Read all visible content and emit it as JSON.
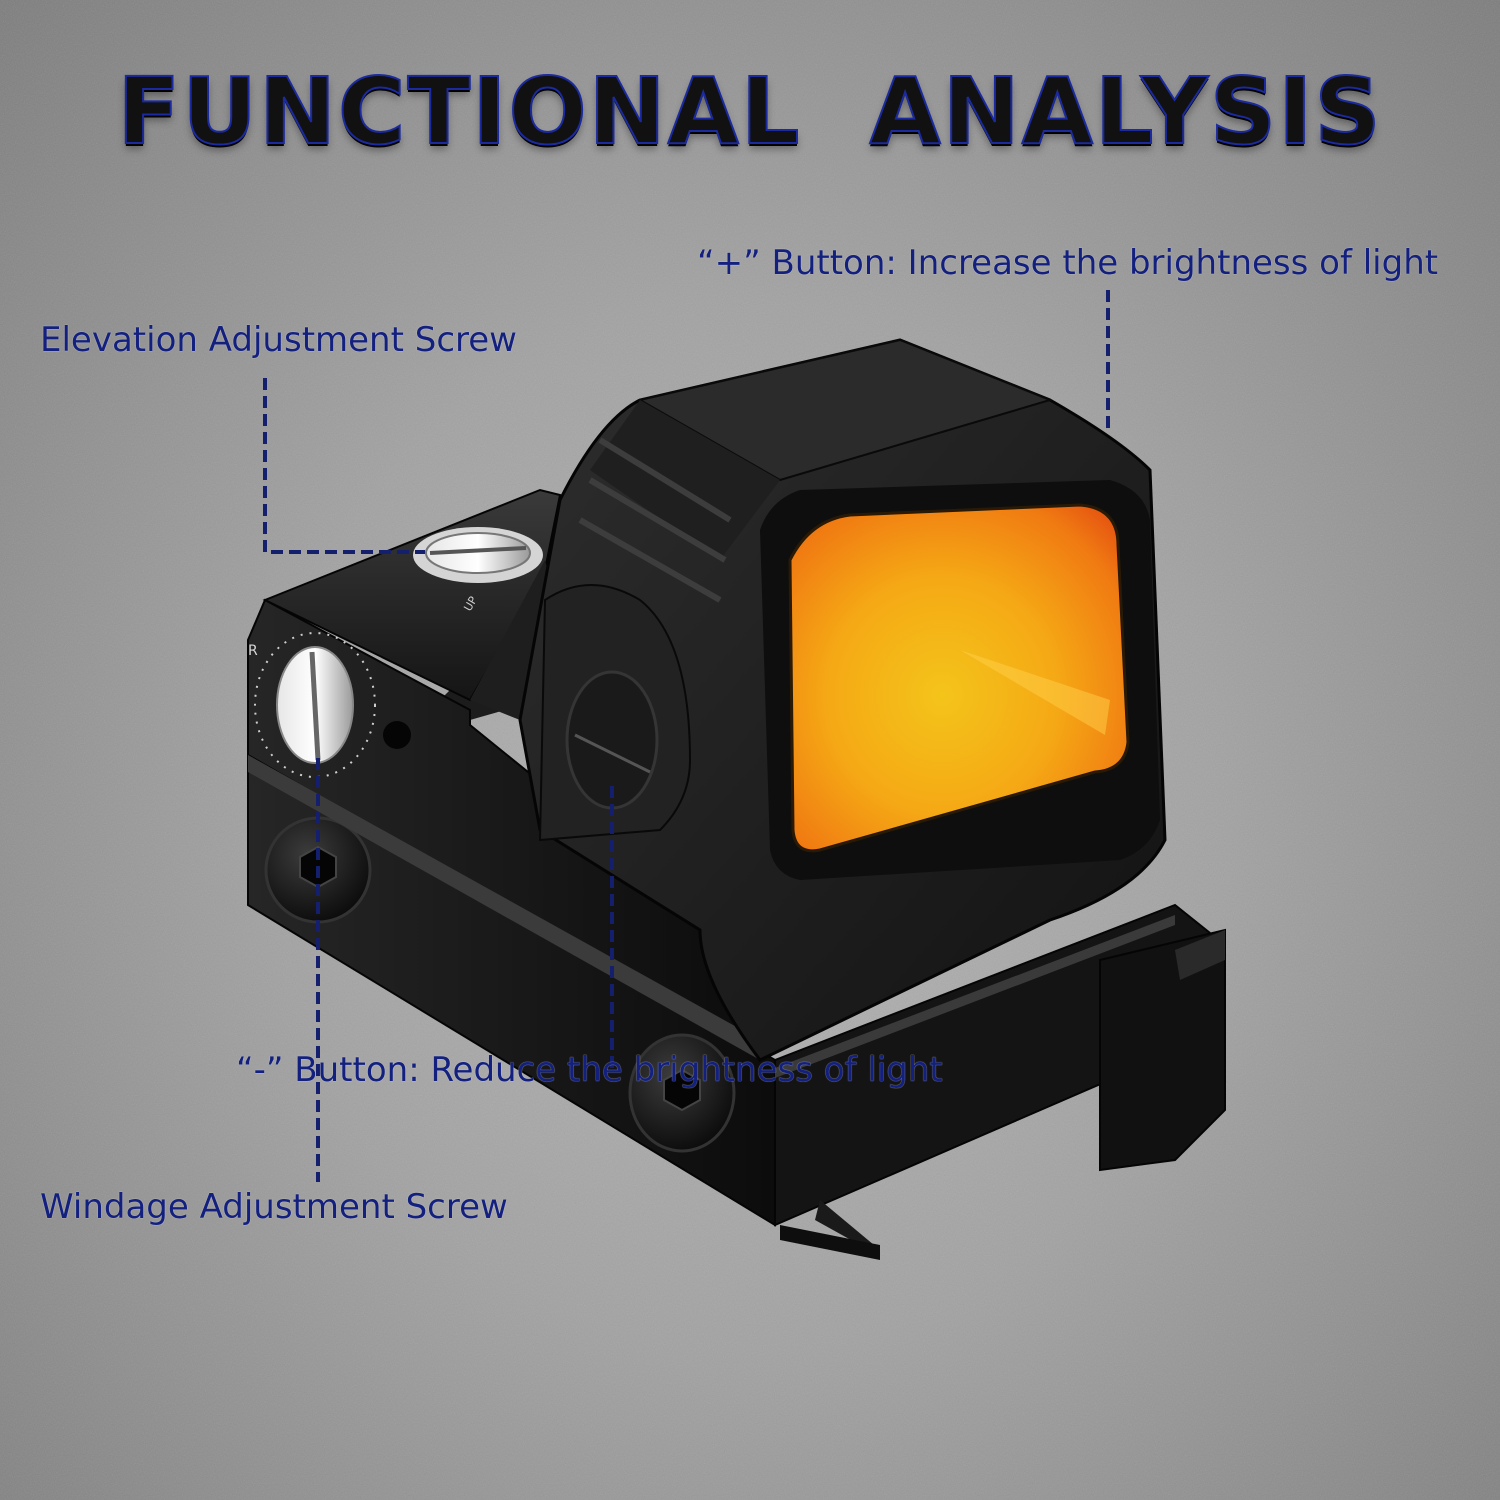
{
  "title": "FUNCTIONAL  ANALYSIS",
  "callouts": {
    "plus_button": "“+”  Button: Increase the brightness of light",
    "elevation_screw": "Elevation Adjustment Screw",
    "windage_screw": "Windage Adjustment Screw",
    "minus_button": "“-”  Button: Reduce the brightness of light"
  },
  "product": {
    "dial_marking": "R",
    "dial_direction": "UP"
  },
  "colors": {
    "callout_text": "#13207e",
    "leader_line": "#14206e",
    "lens_glow": "#f5a915",
    "body": "#1a1a1a"
  }
}
